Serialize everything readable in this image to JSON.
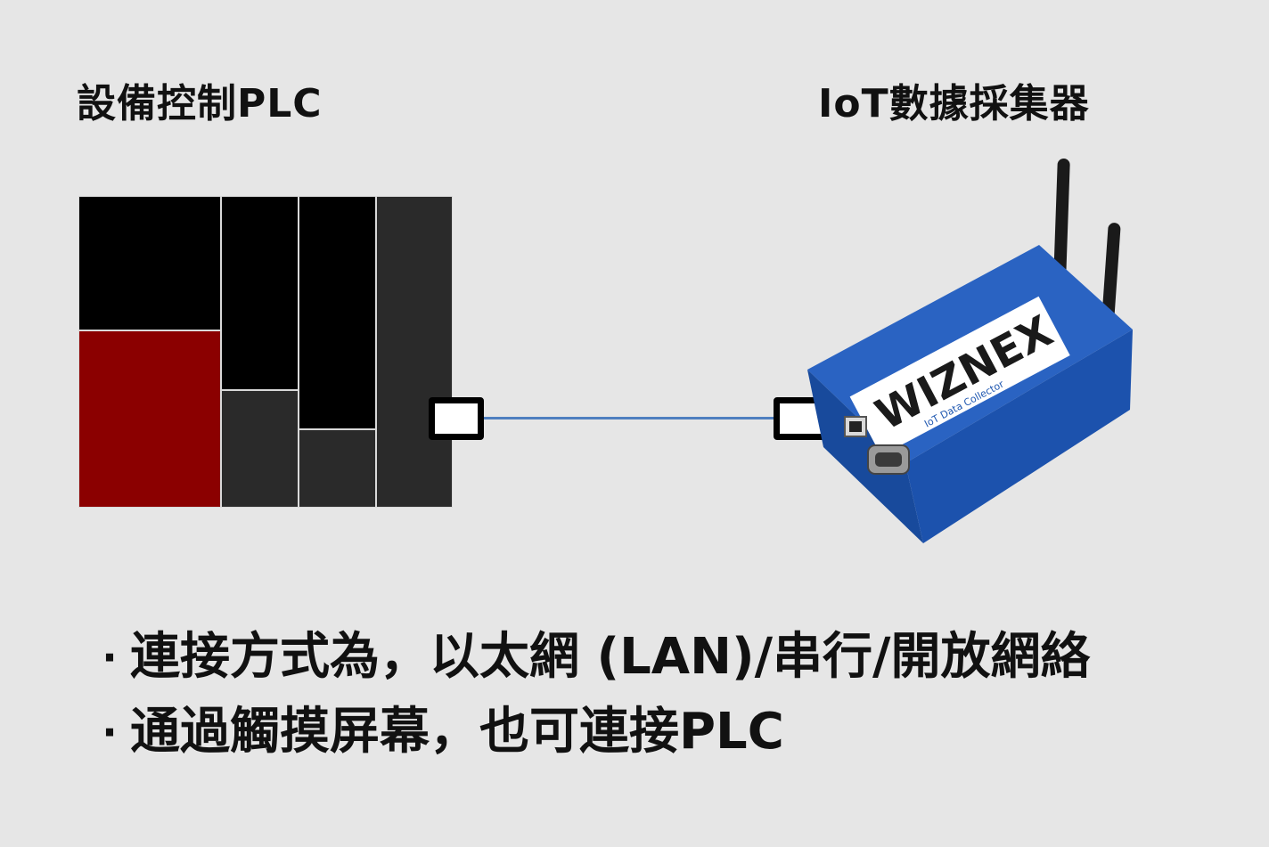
{
  "titles": {
    "plc": "設備控制PLC",
    "iot": "IoT數據採集器"
  },
  "device": {
    "brand": "WIZNEX",
    "subtitle": "IoT Data Collector",
    "body_color": "#1f57b0",
    "icon": "iot-collector-icon"
  },
  "plc_block": {
    "colors": {
      "black": "#000000",
      "red": "#8b0000",
      "gray": "#2a2a2a"
    }
  },
  "link": {
    "color": "#4f7fc0"
  },
  "bullets": {
    "items": [
      "連接方式為，以太網 (LAN)/串行/開放網絡",
      "通過觸摸屏幕，也可連接PLC"
    ],
    "marker": "·"
  }
}
